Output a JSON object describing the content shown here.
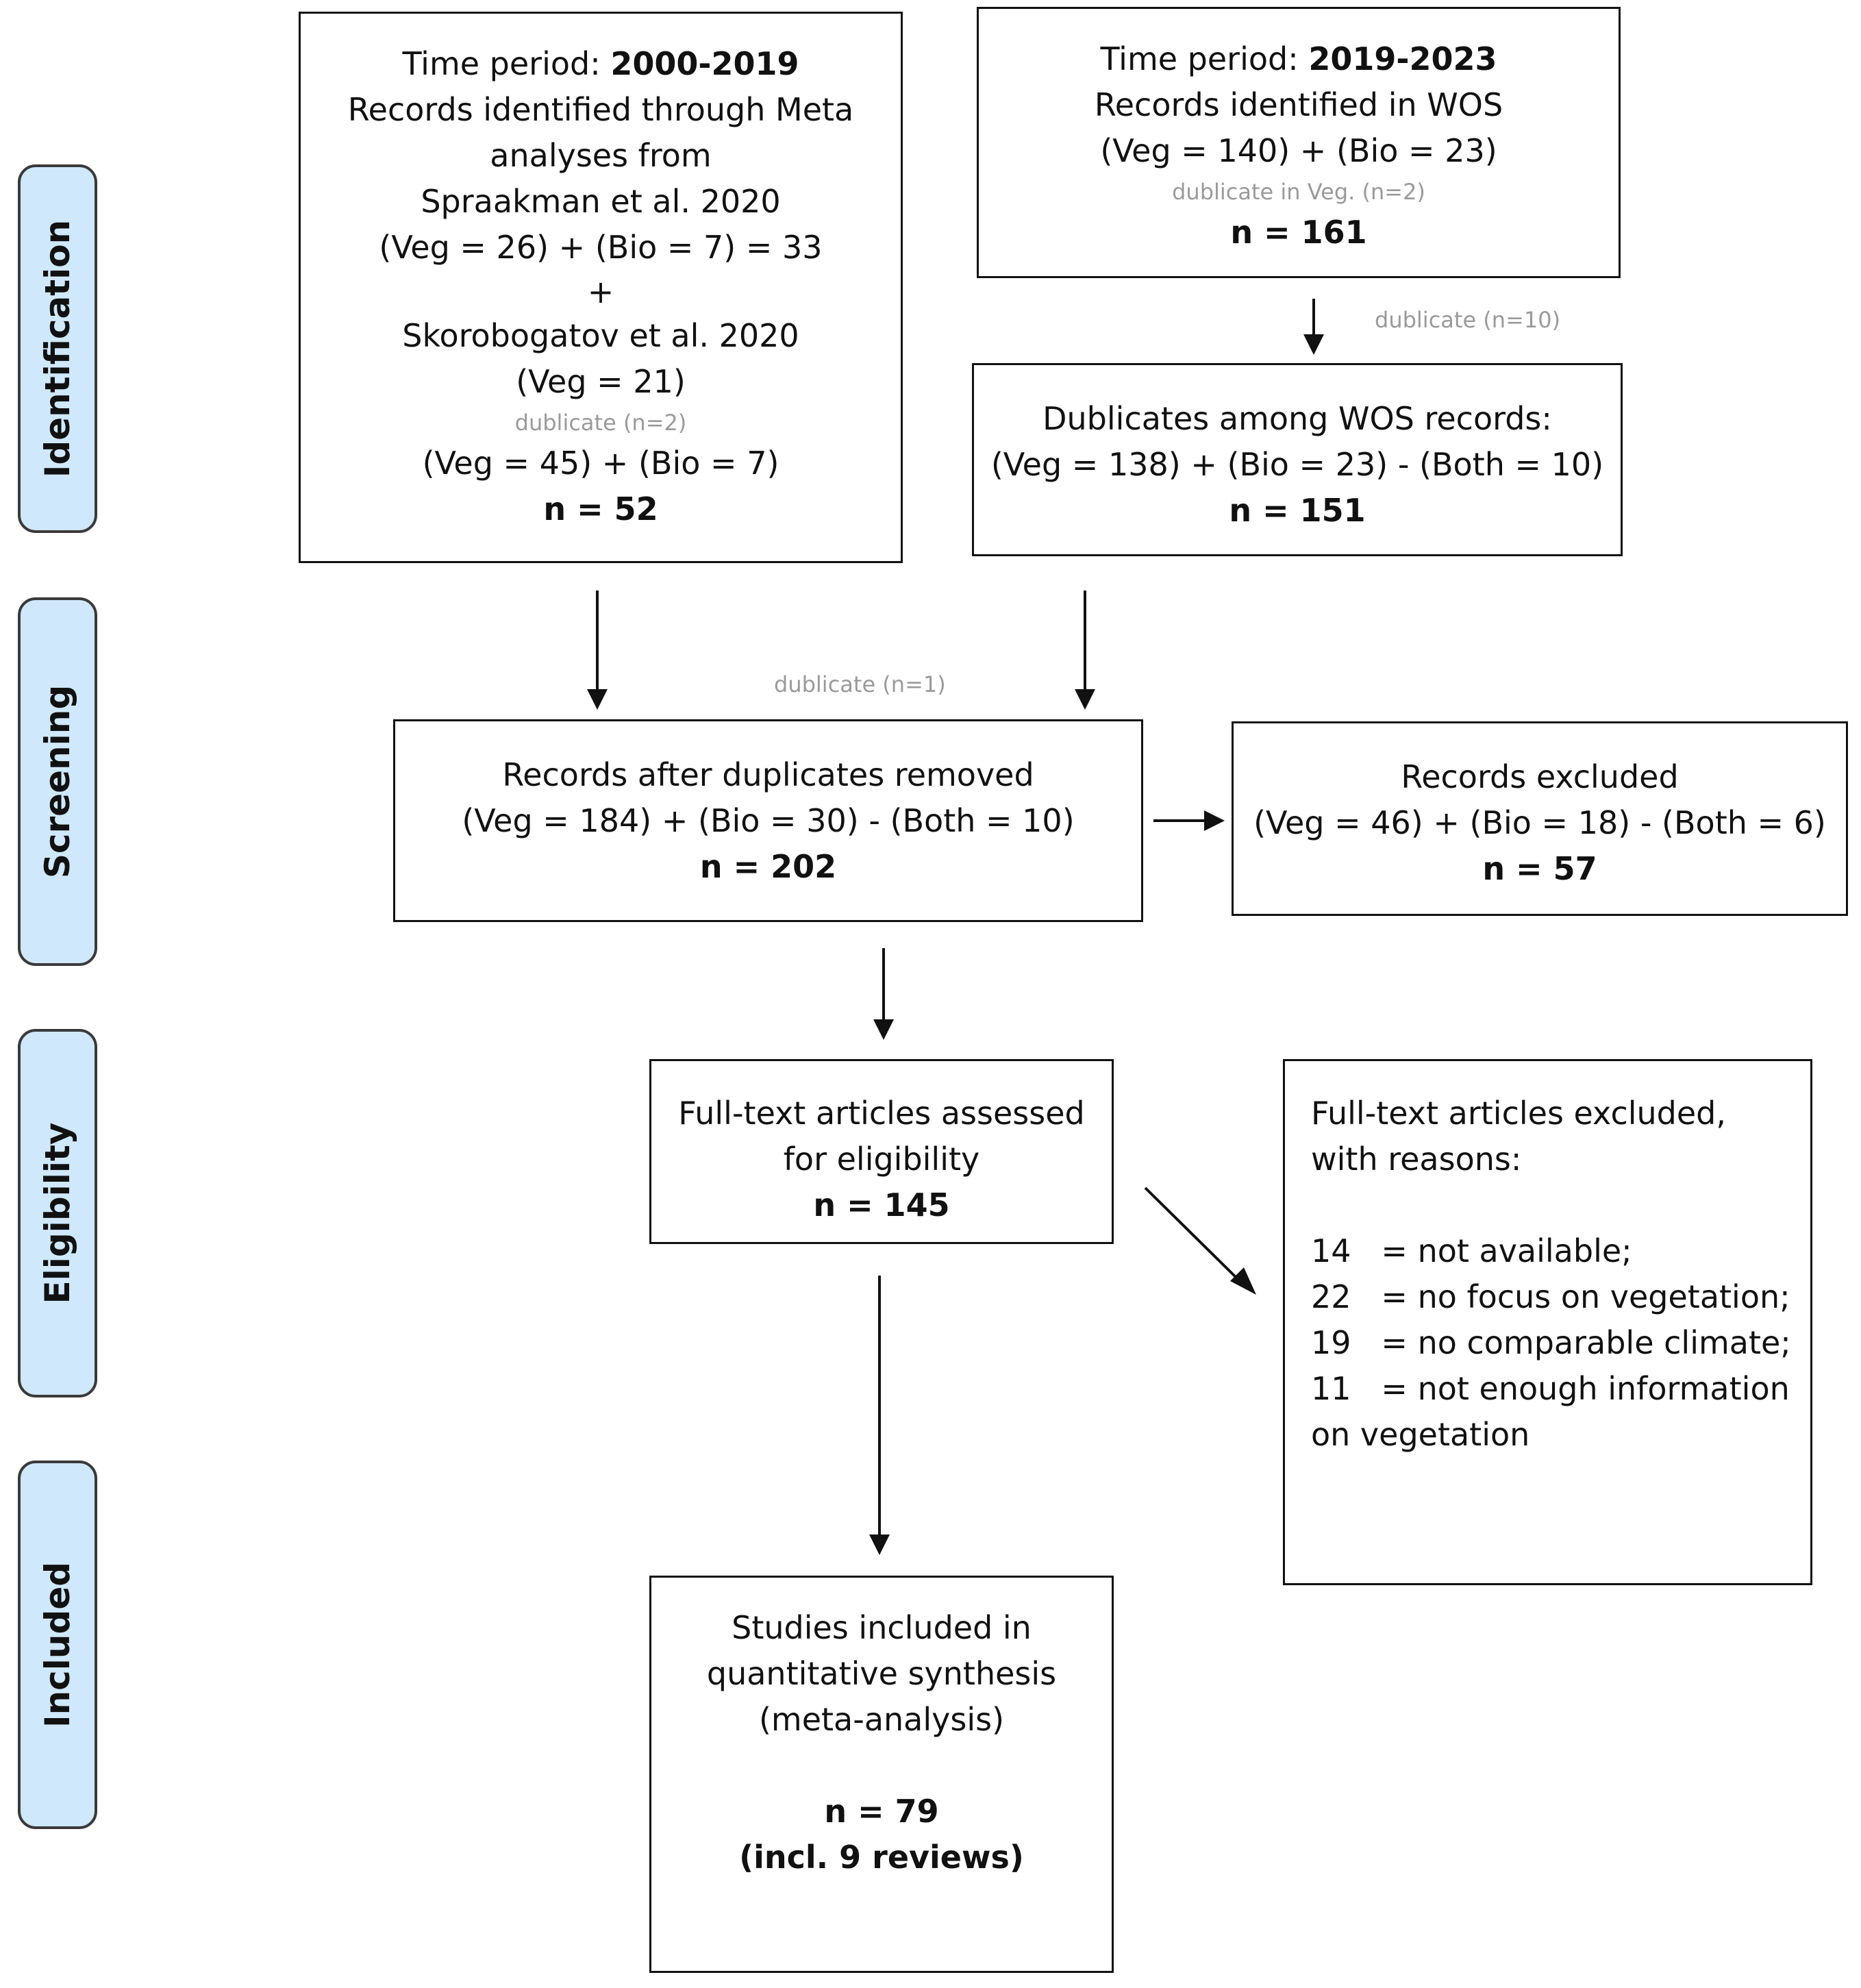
{
  "stages": {
    "identification": "Identification",
    "screening": "Screening",
    "eligibility": "Eligibility",
    "included": "Included"
  },
  "box_meta": {
    "period_label": "Time period: ",
    "period_value": "2000-2019",
    "line1": "Records identified through Meta",
    "line2": "analyses from",
    "line3": "Spraakman et al. 2020",
    "line4": "(Veg = 26) + (Bio = 7) = 33",
    "line5": "+",
    "line6": "Skorobogatov et al. 2020",
    "line7": "(Veg = 21)",
    "dup_note": "dublicate (n=2)",
    "line8": "(Veg = 45) + (Bio = 7)",
    "count": "n = 52"
  },
  "box_wos": {
    "period_label": "Time period: ",
    "period_value": "2019-2023",
    "line1": "Records identified in WOS",
    "line2": "(Veg = 140) + (Bio = 23)",
    "dup_note": "dublicate in Veg. (n=2)",
    "count": "n = 161"
  },
  "note_dup10": "dublicate (n=10)",
  "box_wos_dedup": {
    "line1": "Dublicates among WOS records:",
    "line2": "(Veg = 138) + (Bio = 23) - (Both = 10)",
    "count": "n = 151"
  },
  "note_dup1": "dublicate (n=1)",
  "box_after_dup": {
    "line1": "Records after duplicates removed",
    "line2": "(Veg = 184) + (Bio = 30) - (Both = 10)",
    "count": "n = 202"
  },
  "box_excluded": {
    "line1": "Records excluded",
    "line2": "(Veg = 46) + (Bio = 18) - (Both = 6)",
    "count": "n = 57"
  },
  "box_fulltext": {
    "line1": "Full-text articles assessed",
    "line2": "for eligibility",
    "count": "n = 145"
  },
  "box_ft_excluded": {
    "line1": "Full-text articles excluded,",
    "line2": "with reasons:",
    "reasons": [
      "14   = not available;",
      "22   = no focus on vegetation;",
      "19   = no comparable climate;",
      "11   = not enough information"
    ],
    "line_last": "on vegetation"
  },
  "box_included": {
    "line1": "Studies included in",
    "line2": "quantitative synthesis",
    "line3": "(meta-analysis)",
    "count": "n = 79",
    "count_note": "(incl. 9 reviews)"
  }
}
